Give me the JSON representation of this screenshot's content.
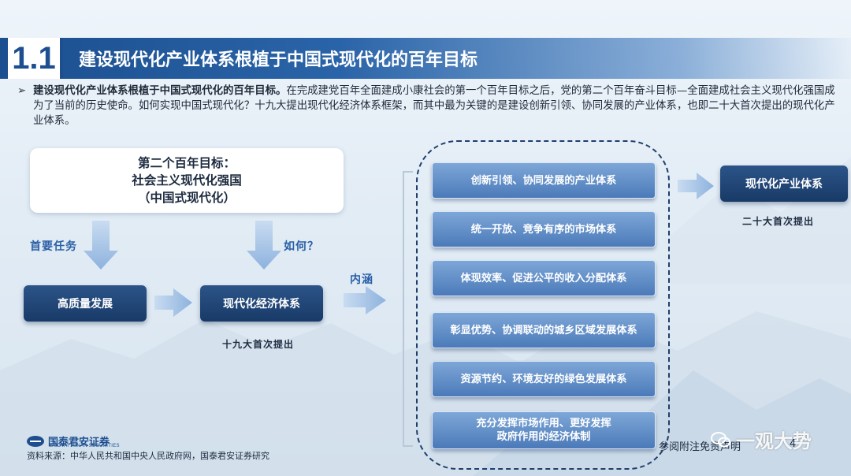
{
  "header": {
    "section_number": "1.1",
    "title": "建设现代化产业体系根植于中国式现代化的百年目标"
  },
  "intro": {
    "bold": "建设现代化产业体系根植于中国式现代化的百年目标。",
    "rest": "在完成建党百年全面建成小康社会的第一个百年目标之后，党的第二个百年奋斗目标—全面建成社会主义现代化强国成为了当前的历史使命。如何实现中国式现代化？十九大提出现代化经济体系框架，而其中最为关键的是建设创新引领、协同发展的产业体系，也即二十大首次提出的现代化产业体系。"
  },
  "goal": {
    "line1": "第二个百年目标：",
    "line2": "社会主义现代化强国",
    "line3": "（中国式现代化）"
  },
  "labels": {
    "primary_task": "首要任务",
    "how": "如何？",
    "connotation": "内涵",
    "nineteenth": "十九大首次提出",
    "twentieth": "二十大首次提出"
  },
  "boxes": {
    "high_quality": "高质量发展",
    "modern_economy": "现代化经济体系",
    "modern_industry": "现代化产业体系"
  },
  "systems": [
    {
      "line1": "创新引领、协同发展的产业体系",
      "line2": ""
    },
    {
      "line1": "统一开放、竞争有序的市场体系",
      "line2": ""
    },
    {
      "line1": "体现效率、促进公平的收入分配体系",
      "line2": ""
    },
    {
      "line1": "彰显优势、协调联动的城乡区域发展体系",
      "line2": ""
    },
    {
      "line1": "资源节约、环境友好的绿色发展体系",
      "line2": ""
    },
    {
      "line1": "充分发挥市场作用、更好发挥",
      "line2": "政府作用的经济体制"
    }
  ],
  "footer": {
    "logo_cn": "国泰君安证券",
    "logo_en": "GUOTAI JUNAN SECURITIES",
    "source": "资料来源：中华人民共和国中央人民政府网，国泰君安证券研究",
    "disclaimer": "参阅附注免责声明",
    "page": "4",
    "watermark": "一观大势"
  },
  "colors": {
    "navy": "#183a67",
    "title_blue": "#1d4f90",
    "light_blue": "#6b97cf",
    "arrow": "#9dbde3",
    "label_blue": "#2a5fa6"
  },
  "icons": [
    "arrow-down-icon",
    "arrow-right-icon",
    "bracket-icon",
    "wechat-icon"
  ]
}
